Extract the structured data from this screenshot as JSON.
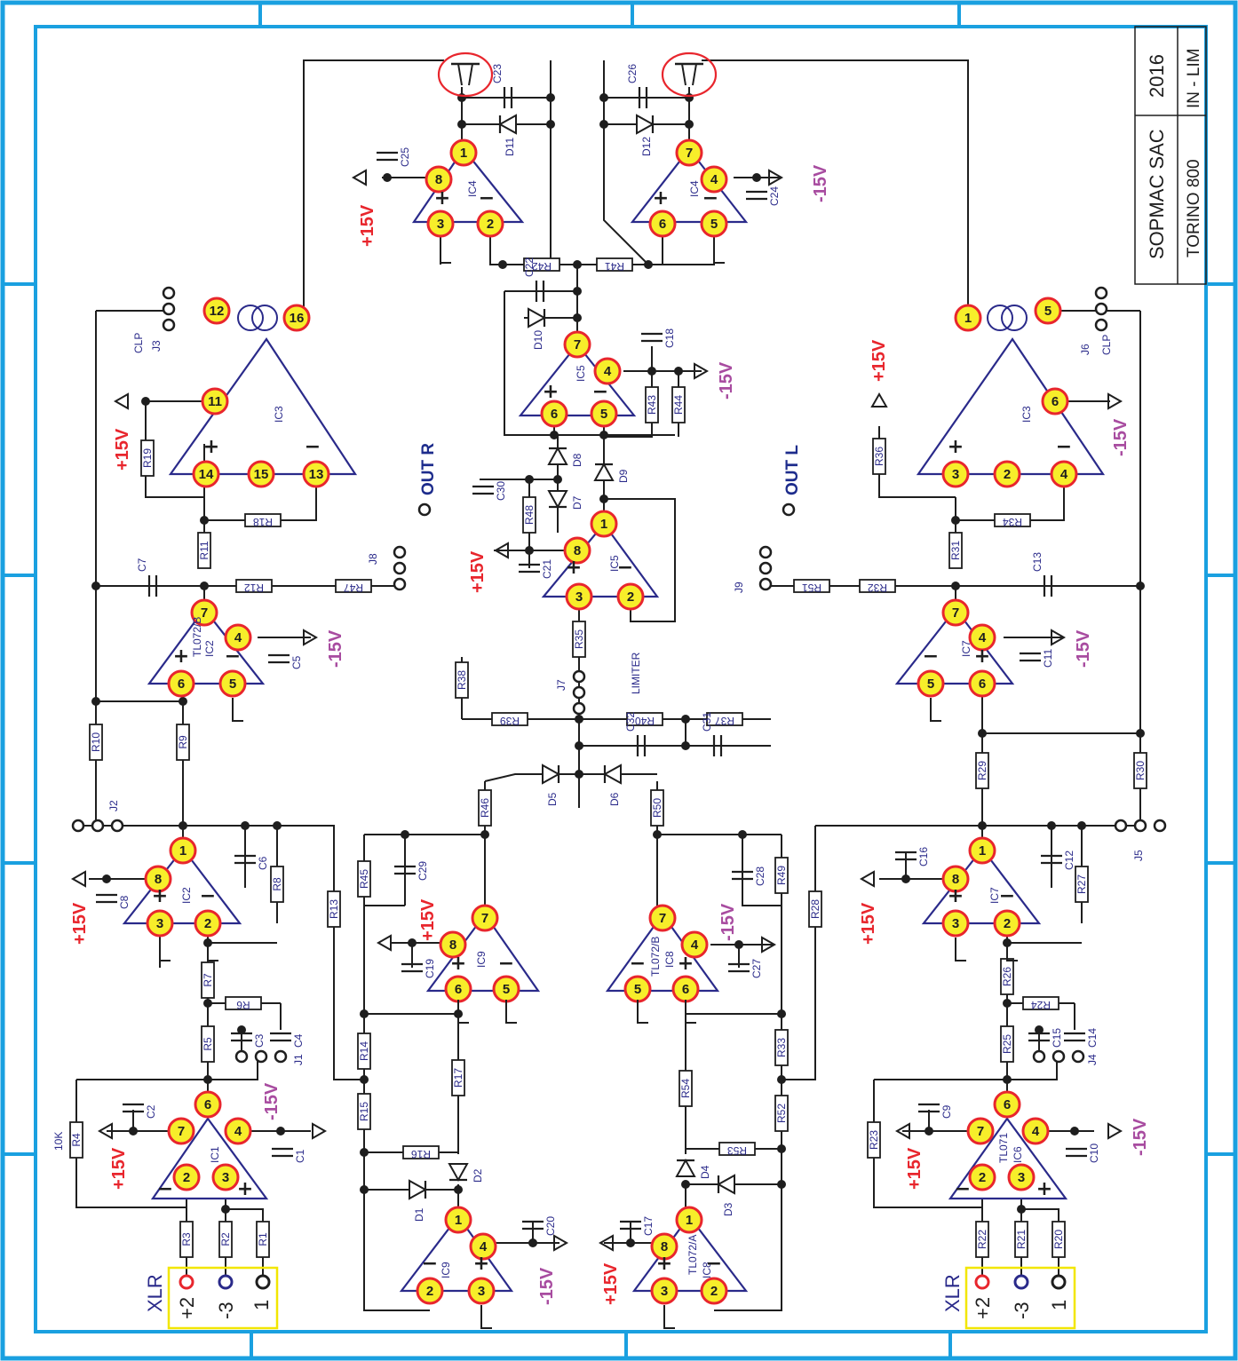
{
  "title_block": {
    "company": "SOPMAC SAC",
    "year": "2016",
    "model": "TORINO 800",
    "board": "IN - LIM"
  },
  "colors": {
    "frame": "#1aa0e0",
    "opamp_outline": "#2a2a8a",
    "pin_fill": "#f7ee2a",
    "pin_ring": "#e8262d",
    "wire": "#1e1e1e",
    "positive_supply": "#e8262d",
    "negative_supply": "#a84ca0",
    "connector_box": "#f2e600"
  },
  "supplies": {
    "positive": "+15V",
    "negative": "-15V"
  },
  "connectors": {
    "xlr_label": "XLR",
    "xlr_pin_pos": "+2",
    "xlr_pin_neg": "-3",
    "xlr_pin_gnd": "1",
    "out_right": "OUT R",
    "out_left": "OUT L",
    "limiter": "LIMITER",
    "clip": "CLP"
  },
  "icons": [
    "npn-transistor-icon",
    "diode-icon",
    "capacitor-icon",
    "resistor-icon",
    "opamp-icon",
    "ground-icon",
    "supply-arrow-icon",
    "jack-icon",
    "transformer-icon"
  ]
}
